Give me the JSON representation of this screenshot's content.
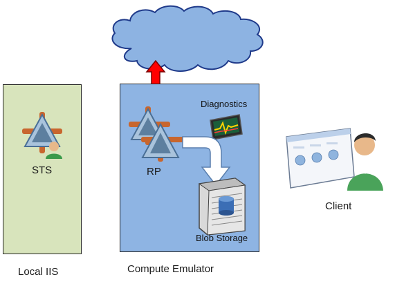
{
  "labels": {
    "sts": "STS",
    "rp": "RP",
    "diagnostics": "Diagnostics",
    "blob_storage": "Blob Storage",
    "client": "Client",
    "local_iis": "Local IIS",
    "compute_emulator": "Compute Emulator"
  },
  "colors": {
    "local_iis_box": "#d8e4bc",
    "compute_box": "#8eb4e3",
    "cloud": "#8db3e2",
    "arrow_red": "#ff0000",
    "arrow_white": "#ffffff"
  },
  "icons": {
    "cloud": "cloud-icon",
    "sts": "service-user-icon",
    "rp": "service-cluster-icon",
    "diagnostics": "monitor-chart-icon",
    "blob_storage": "server-storage-icon",
    "client": "client-window-user-icon"
  }
}
